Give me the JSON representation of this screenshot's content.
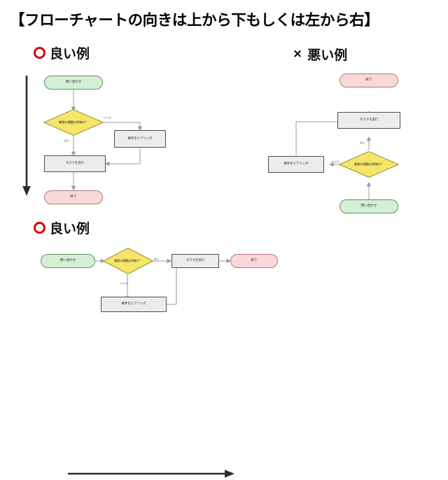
{
  "slide": {
    "title": "【フローチャートの向きは上から下もしくは左から右】",
    "background_color": "#ffffff"
  },
  "marks": {
    "good": "○",
    "bad": "×"
  },
  "sections": [
    {
      "id": "good-top",
      "mark": "circle",
      "label": "良い例"
    },
    {
      "id": "bad-top",
      "mark": "cross",
      "label": "悪い例"
    },
    {
      "id": "good-bottom",
      "mark": "circle",
      "label": "良い例"
    }
  ],
  "palette": {
    "start_fill": "#d5efd5",
    "start_stroke": "#5f8f63",
    "end_fill": "#f9d8da",
    "end_stroke": "#b5767c",
    "process_fill": "#ececec",
    "process_stroke": "#4c4c4c",
    "decision_fill": "#f5e66a",
    "decision_stroke": "#9a8a2e",
    "edge_stroke": "#9a9a9a",
    "direction_arrow": "#2b2b2b",
    "mark_good": "#d80000",
    "mark_bad": "#000000"
  },
  "nodes": {
    "start": "問い合わせ",
    "decision": "顧客の課題は明確か？",
    "hearing": "要件をヒアリング",
    "task": "タスクを実行",
    "end": "終了"
  },
  "edge_labels": {
    "yes": "はい",
    "no": "いいえ"
  },
  "charts": [
    {
      "id": "good-top-chart",
      "type": "flowchart",
      "direction": "top-to-bottom",
      "direction_arrow": "down",
      "nodes": [
        {
          "key": "start",
          "label": "問い合わせ",
          "shape": "terminator-start"
        },
        {
          "key": "decision",
          "label": "顧客の課題は明確か？",
          "shape": "decision"
        },
        {
          "key": "hearing",
          "label": "要件をヒアリング",
          "shape": "process"
        },
        {
          "key": "task",
          "label": "タスクを実行",
          "shape": "process"
        },
        {
          "key": "end",
          "label": "終了",
          "shape": "terminator-end"
        }
      ],
      "edges": [
        {
          "from": "start",
          "to": "decision",
          "label": ""
        },
        {
          "from": "decision",
          "to": "hearing",
          "label": "いいえ"
        },
        {
          "from": "decision",
          "to": "task",
          "label": "はい"
        },
        {
          "from": "hearing",
          "to": "task",
          "label": ""
        },
        {
          "from": "task",
          "to": "end",
          "label": ""
        }
      ]
    },
    {
      "id": "bad-top-chart",
      "type": "flowchart",
      "direction": "bottom-to-top",
      "direction_arrow": "none",
      "nodes": [
        {
          "key": "end",
          "label": "終了",
          "shape": "terminator-end"
        },
        {
          "key": "task",
          "label": "タスクを実行",
          "shape": "process"
        },
        {
          "key": "decision",
          "label": "顧客の課題は明確か？",
          "shape": "decision"
        },
        {
          "key": "hearing",
          "label": "要件をヒアリング",
          "shape": "process"
        },
        {
          "key": "start",
          "label": "問い合わせ",
          "shape": "terminator-start"
        }
      ],
      "edges": [
        {
          "from": "start",
          "to": "decision",
          "label": ""
        },
        {
          "from": "decision",
          "to": "hearing",
          "label": "いいえ"
        },
        {
          "from": "decision",
          "to": "task",
          "label": "はい"
        },
        {
          "from": "hearing",
          "to": "task",
          "label": ""
        },
        {
          "from": "task",
          "to": "end",
          "label": ""
        }
      ]
    },
    {
      "id": "good-bottom-chart",
      "type": "flowchart",
      "direction": "left-to-right",
      "direction_arrow": "right",
      "nodes": [
        {
          "key": "start",
          "label": "問い合わせ",
          "shape": "terminator-start"
        },
        {
          "key": "decision",
          "label": "顧客の課題は明確か？",
          "shape": "decision"
        },
        {
          "key": "task",
          "label": "タスクを実行",
          "shape": "process"
        },
        {
          "key": "end",
          "label": "終了",
          "shape": "terminator-end"
        },
        {
          "key": "hearing",
          "label": "要件をヒアリング",
          "shape": "process"
        }
      ],
      "edges": [
        {
          "from": "start",
          "to": "decision",
          "label": ""
        },
        {
          "from": "decision",
          "to": "task",
          "label": "はい"
        },
        {
          "from": "decision",
          "to": "hearing",
          "label": "いいえ"
        },
        {
          "from": "hearing",
          "to": "task",
          "label": ""
        },
        {
          "from": "task",
          "to": "end",
          "label": ""
        }
      ]
    }
  ]
}
